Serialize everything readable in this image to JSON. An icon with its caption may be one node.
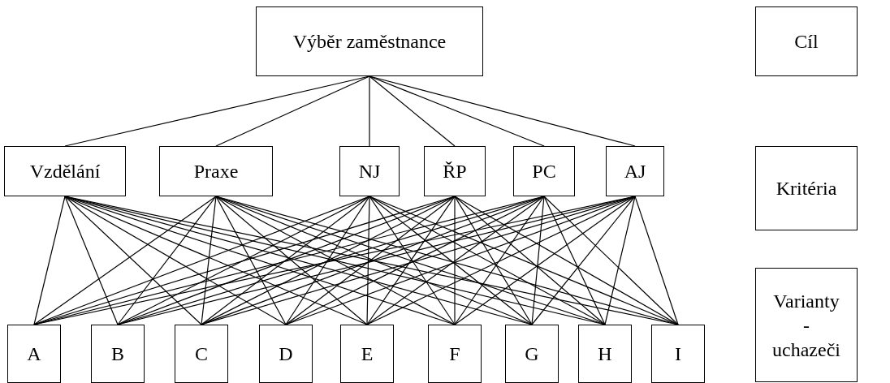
{
  "diagram": {
    "nodes": [
      {
        "text": [
          "Výběr zaměstnance"
        ]
      },
      {
        "text": [
          "Vzdělání"
        ]
      },
      {
        "text": [
          "Praxe"
        ]
      },
      {
        "text": [
          "NJ"
        ]
      },
      {
        "text": [
          "ŘP"
        ]
      },
      {
        "text": [
          "PC"
        ]
      },
      {
        "text": [
          "AJ"
        ]
      },
      {
        "text": [
          "A"
        ]
      },
      {
        "text": [
          "B"
        ]
      },
      {
        "text": [
          "C"
        ]
      },
      {
        "text": [
          "D"
        ]
      },
      {
        "text": [
          "E"
        ]
      },
      {
        "text": [
          "F"
        ]
      },
      {
        "text": [
          "G"
        ]
      },
      {
        "text": [
          "H"
        ]
      },
      {
        "text": [
          "I"
        ]
      },
      {
        "text": [
          "Cíl"
        ]
      },
      {
        "text": [
          "Kritéria"
        ]
      },
      {
        "text": [
          "Varianty - uchazeči"
        ]
      }
    ],
    "edges": [
      {
        "from": 0,
        "to": 1,
        "arrow": "none"
      },
      {
        "from": 0,
        "to": 2,
        "arrow": "none"
      },
      {
        "from": 0,
        "to": 3,
        "arrow": "none"
      },
      {
        "from": 0,
        "to": 4,
        "arrow": "none"
      },
      {
        "from": 0,
        "to": 5,
        "arrow": "none"
      },
      {
        "from": 0,
        "to": 6,
        "arrow": "none"
      },
      {
        "from": 1,
        "to": 7,
        "arrow": "none"
      },
      {
        "from": 1,
        "to": 8,
        "arrow": "none"
      },
      {
        "from": 1,
        "to": 9,
        "arrow": "none"
      },
      {
        "from": 1,
        "to": 10,
        "arrow": "none"
      },
      {
        "from": 1,
        "to": 11,
        "arrow": "none"
      },
      {
        "from": 1,
        "to": 12,
        "arrow": "none"
      },
      {
        "from": 1,
        "to": 13,
        "arrow": "none"
      },
      {
        "from": 1,
        "to": 14,
        "arrow": "none"
      },
      {
        "from": 1,
        "to": 15,
        "arrow": "none"
      },
      {
        "from": 2,
        "to": 7,
        "arrow": "none"
      },
      {
        "from": 2,
        "to": 8,
        "arrow": "none"
      },
      {
        "from": 2,
        "to": 9,
        "arrow": "none"
      },
      {
        "from": 2,
        "to": 10,
        "arrow": "none"
      },
      {
        "from": 2,
        "to": 11,
        "arrow": "none"
      },
      {
        "from": 2,
        "to": 12,
        "arrow": "none"
      },
      {
        "from": 2,
        "to": 13,
        "arrow": "none"
      },
      {
        "from": 2,
        "to": 14,
        "arrow": "none"
      },
      {
        "from": 2,
        "to": 15,
        "arrow": "none"
      },
      {
        "from": 3,
        "to": 7,
        "arrow": "none"
      },
      {
        "from": 3,
        "to": 8,
        "arrow": "none"
      },
      {
        "from": 3,
        "to": 9,
        "arrow": "none"
      },
      {
        "from": 3,
        "to": 10,
        "arrow": "none"
      },
      {
        "from": 3,
        "to": 11,
        "arrow": "none"
      },
      {
        "from": 3,
        "to": 12,
        "arrow": "none"
      },
      {
        "from": 3,
        "to": 13,
        "arrow": "none"
      },
      {
        "from": 3,
        "to": 14,
        "arrow": "none"
      },
      {
        "from": 3,
        "to": 15,
        "arrow": "none"
      },
      {
        "from": 4,
        "to": 7,
        "arrow": "none"
      },
      {
        "from": 4,
        "to": 8,
        "arrow": "none"
      },
      {
        "from": 4,
        "to": 9,
        "arrow": "none"
      },
      {
        "from": 4,
        "to": 10,
        "arrow": "none"
      },
      {
        "from": 4,
        "to": 11,
        "arrow": "none"
      },
      {
        "from": 4,
        "to": 12,
        "arrow": "none"
      },
      {
        "from": 4,
        "to": 13,
        "arrow": "none"
      },
      {
        "from": 4,
        "to": 14,
        "arrow": "none"
      },
      {
        "from": 4,
        "to": 15,
        "arrow": "none"
      },
      {
        "from": 5,
        "to": 7,
        "arrow": "none"
      },
      {
        "from": 5,
        "to": 8,
        "arrow": "none"
      },
      {
        "from": 5,
        "to": 9,
        "arrow": "none"
      },
      {
        "from": 5,
        "to": 10,
        "arrow": "none"
      },
      {
        "from": 5,
        "to": 11,
        "arrow": "none"
      },
      {
        "from": 5,
        "to": 12,
        "arrow": "none"
      },
      {
        "from": 5,
        "to": 13,
        "arrow": "none"
      },
      {
        "from": 5,
        "to": 14,
        "arrow": "none"
      },
      {
        "from": 5,
        "to": 15,
        "arrow": "none"
      },
      {
        "from": 6,
        "to": 7,
        "arrow": "none"
      },
      {
        "from": 6,
        "to": 8,
        "arrow": "none"
      },
      {
        "from": 6,
        "to": 9,
        "arrow": "none"
      },
      {
        "from": 6,
        "to": 10,
        "arrow": "none"
      },
      {
        "from": 6,
        "to": 11,
        "arrow": "none"
      },
      {
        "from": 6,
        "to": 12,
        "arrow": "none"
      },
      {
        "from": 6,
        "to": 13,
        "arrow": "none"
      },
      {
        "from": 6,
        "to": 14,
        "arrow": "none"
      },
      {
        "from": 6,
        "to": 15,
        "arrow": "none"
      }
    ]
  }
}
